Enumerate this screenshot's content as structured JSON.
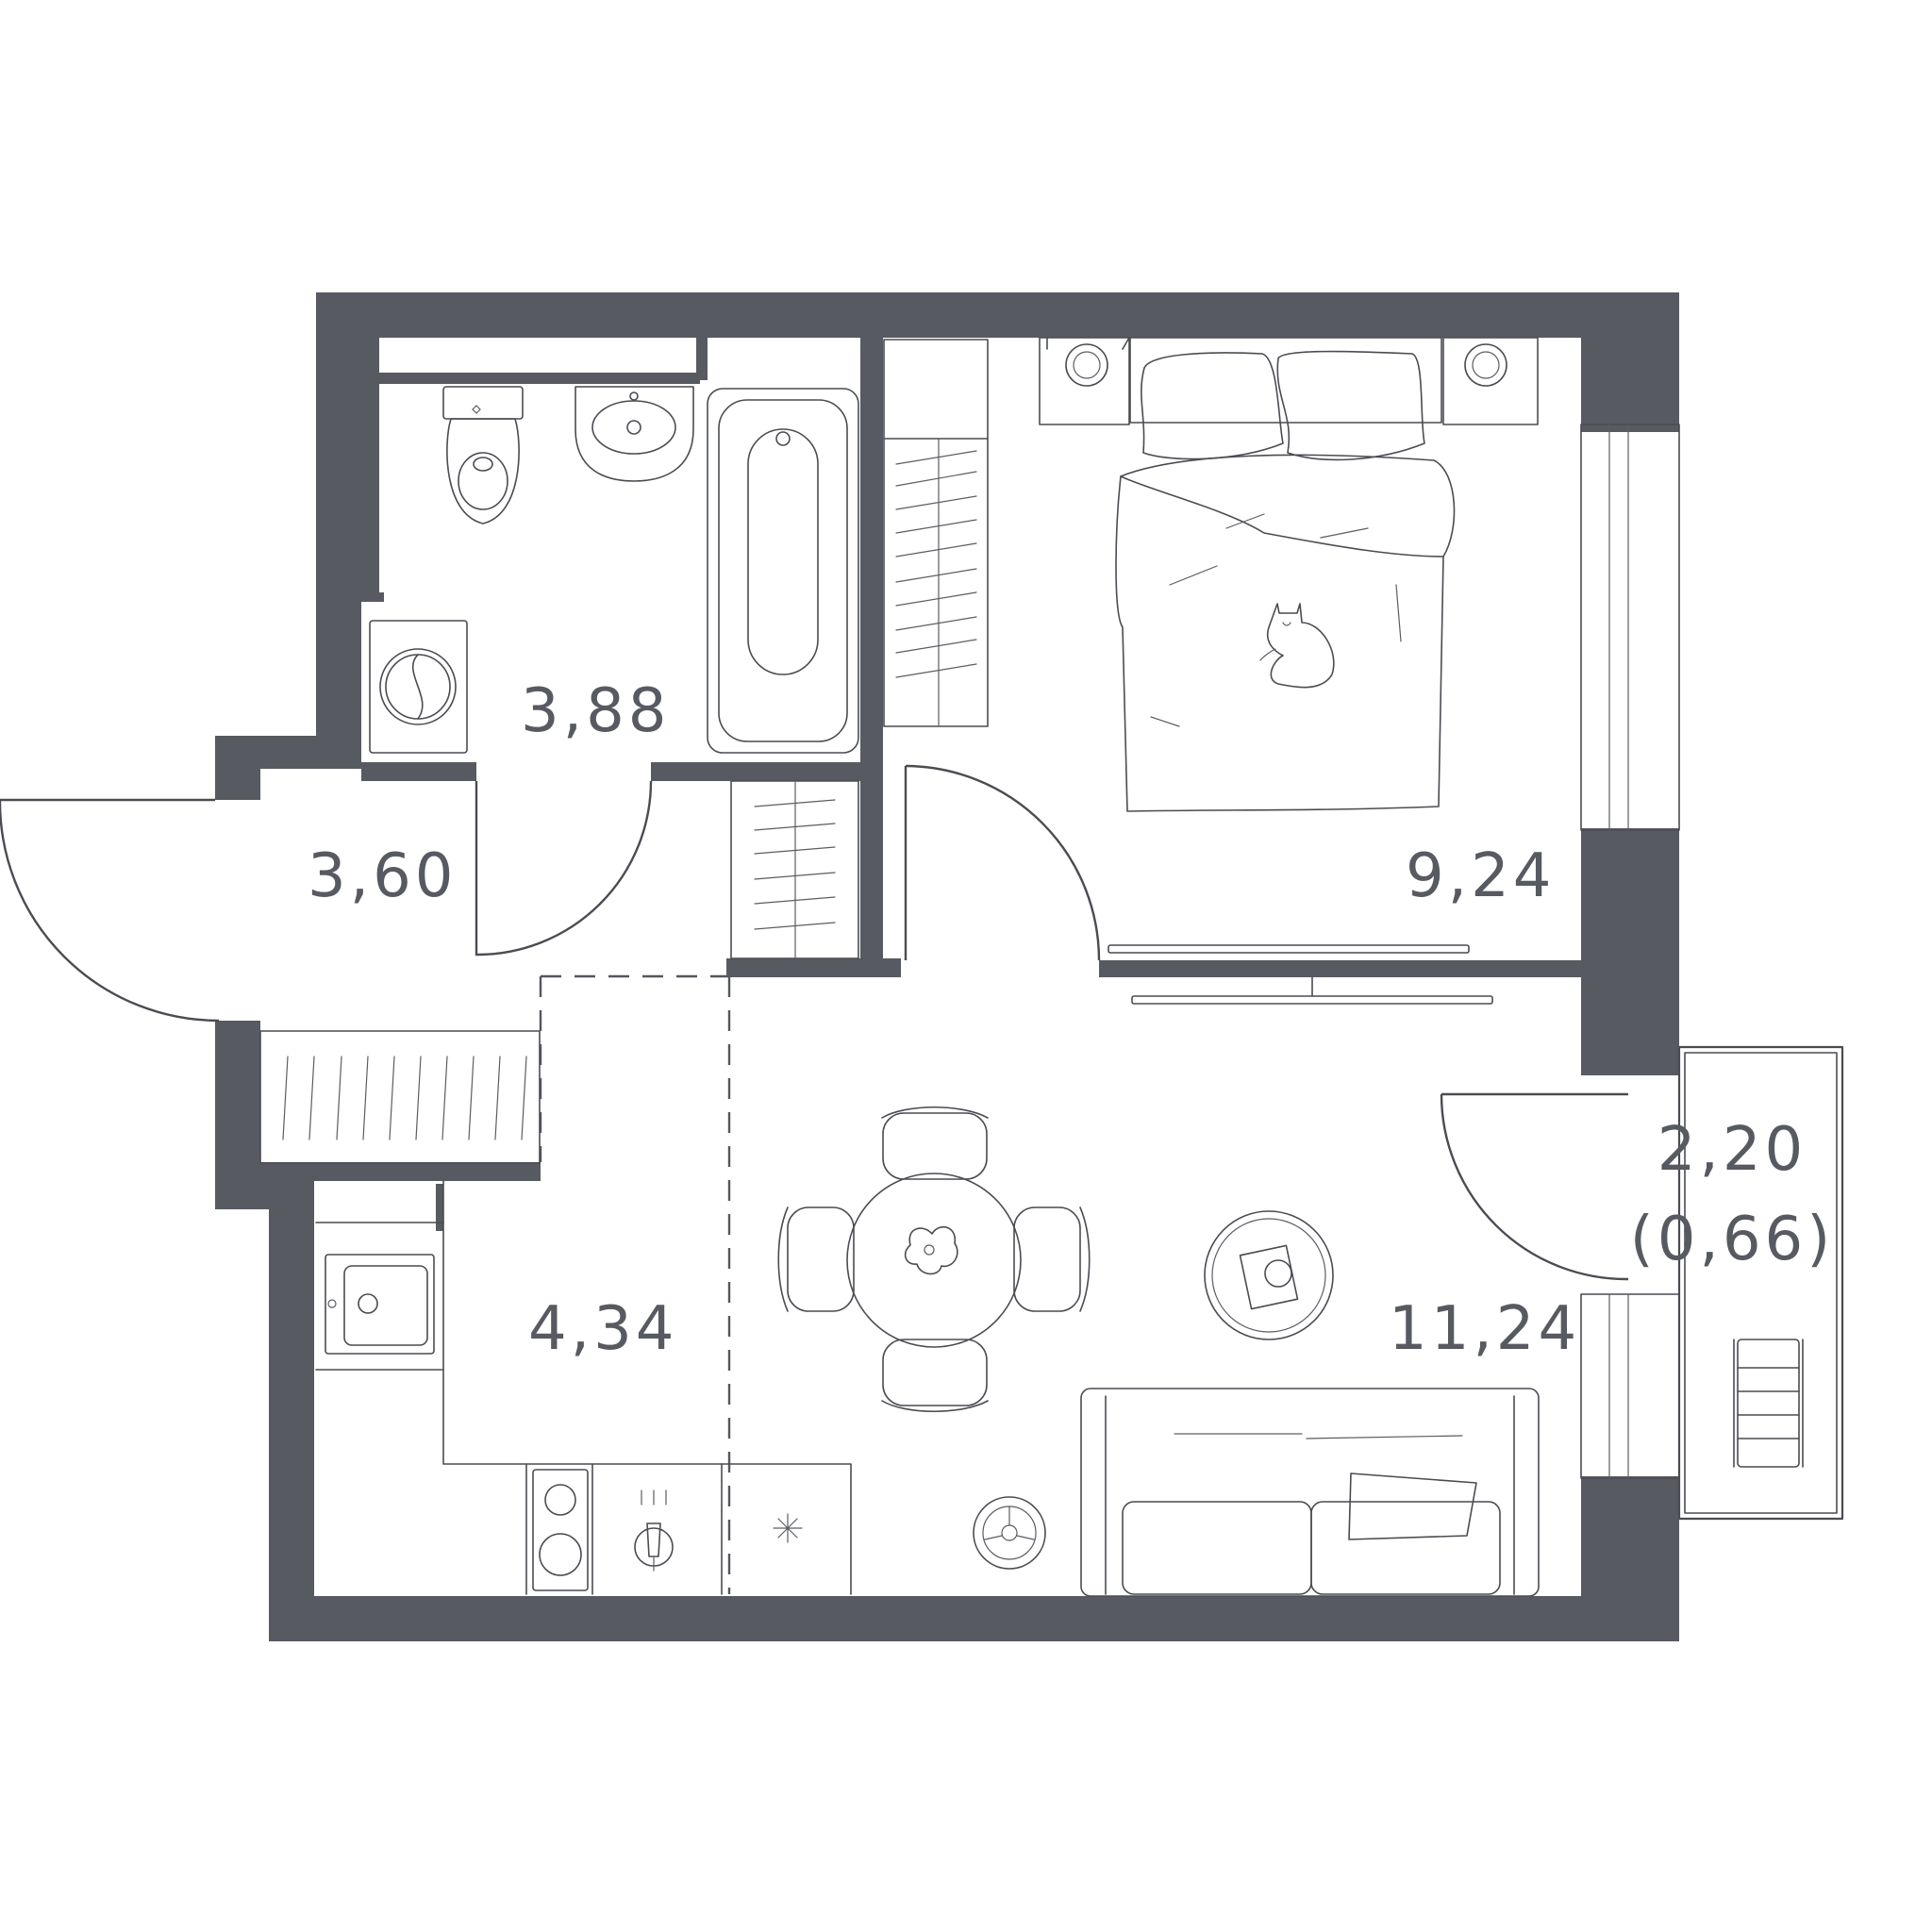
{
  "plan": {
    "wall_color": "#585a61",
    "rooms": [
      {
        "id": "bathroom",
        "area": "3,88"
      },
      {
        "id": "hallway",
        "area": "3,60"
      },
      {
        "id": "bedroom",
        "area": "9,24"
      },
      {
        "id": "kitchen",
        "area": "4,34"
      },
      {
        "id": "living",
        "area": "11,24"
      },
      {
        "id": "balcony",
        "area": "2,20",
        "area_reduced": "(0,66)"
      }
    ],
    "icons": [
      "toilet-icon",
      "sink-icon",
      "bathtub-icon",
      "washing-machine-icon",
      "bed-icon",
      "cat-icon",
      "wardrobe-icon",
      "tv-icon",
      "dining-table-icon",
      "coffee-table-icon",
      "sofa-icon",
      "stove-icon",
      "kitchen-sink-icon",
      "deck-chair-icon",
      "lamp-icon",
      "plant-icon"
    ]
  }
}
